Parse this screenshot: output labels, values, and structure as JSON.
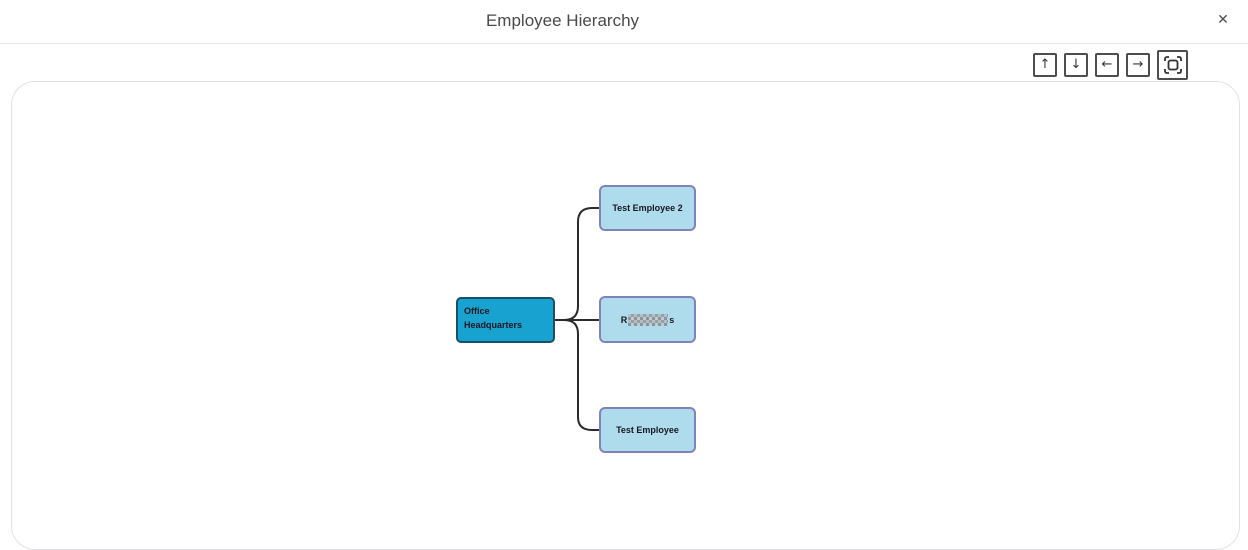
{
  "modal": {
    "title": "Employee Hierarchy",
    "close_glyph": "✕"
  },
  "toolbar": {
    "buttons": [
      {
        "name": "pan-up",
        "glyph": "↑"
      },
      {
        "name": "pan-down",
        "glyph": "↓"
      },
      {
        "name": "pan-left",
        "glyph": "←"
      },
      {
        "name": "pan-right",
        "glyph": "→"
      },
      {
        "name": "fit-to-screen",
        "glyph": ""
      }
    ]
  },
  "diagram": {
    "type": "org-chart",
    "connector_color": "#2b2b2b",
    "root": {
      "label": "Office Headquarters",
      "fill": "#18a2cf",
      "border_color": "#1b4f68"
    },
    "children": [
      {
        "label": "Test Employee 2"
      },
      {
        "label_prefix": "R",
        "label_suffix": "s",
        "redacted": true
      },
      {
        "label": "Test Employee"
      }
    ],
    "child_fill": "#aedcec",
    "child_border_color": "#8282ba"
  }
}
